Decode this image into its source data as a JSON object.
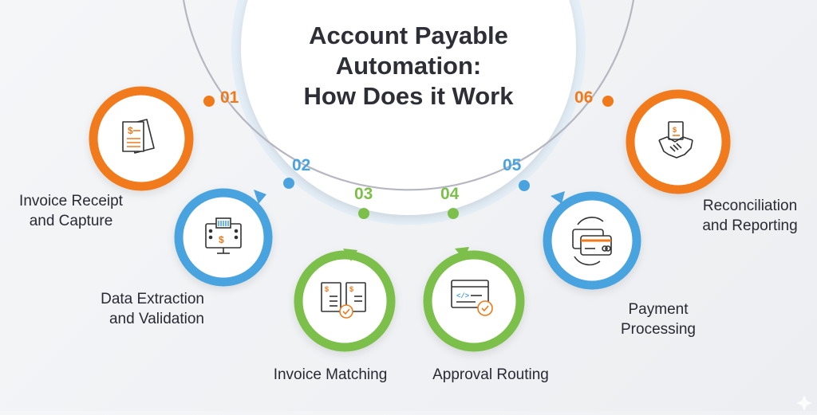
{
  "title": [
    "Account Payable",
    "Automation:",
    "How Does it Work"
  ],
  "colors": {
    "orange": "#f07a1a",
    "blue": "#4aa3df",
    "green": "#7cc04b",
    "ring": "#b8b8c2",
    "text": "#2a2a34"
  },
  "steps": [
    {
      "number": "01",
      "label": [
        "Invoice Receipt",
        "and Capture"
      ],
      "color": "orange",
      "icon": "invoice-documents-icon"
    },
    {
      "number": "02",
      "label": [
        "Data Extraction",
        "and Validation"
      ],
      "color": "blue",
      "icon": "monitor-scan-icon"
    },
    {
      "number": "03",
      "label": [
        "Invoice Matching"
      ],
      "color": "green",
      "icon": "document-match-icon"
    },
    {
      "number": "04",
      "label": [
        "Approval Routing"
      ],
      "color": "green",
      "icon": "browser-check-icon"
    },
    {
      "number": "05",
      "label": [
        "Payment",
        "Processing"
      ],
      "color": "blue",
      "icon": "card-payment-icon"
    },
    {
      "number": "06",
      "label": [
        "Reconciliation",
        "and Reporting"
      ],
      "color": "orange",
      "icon": "handshake-icon"
    }
  ]
}
